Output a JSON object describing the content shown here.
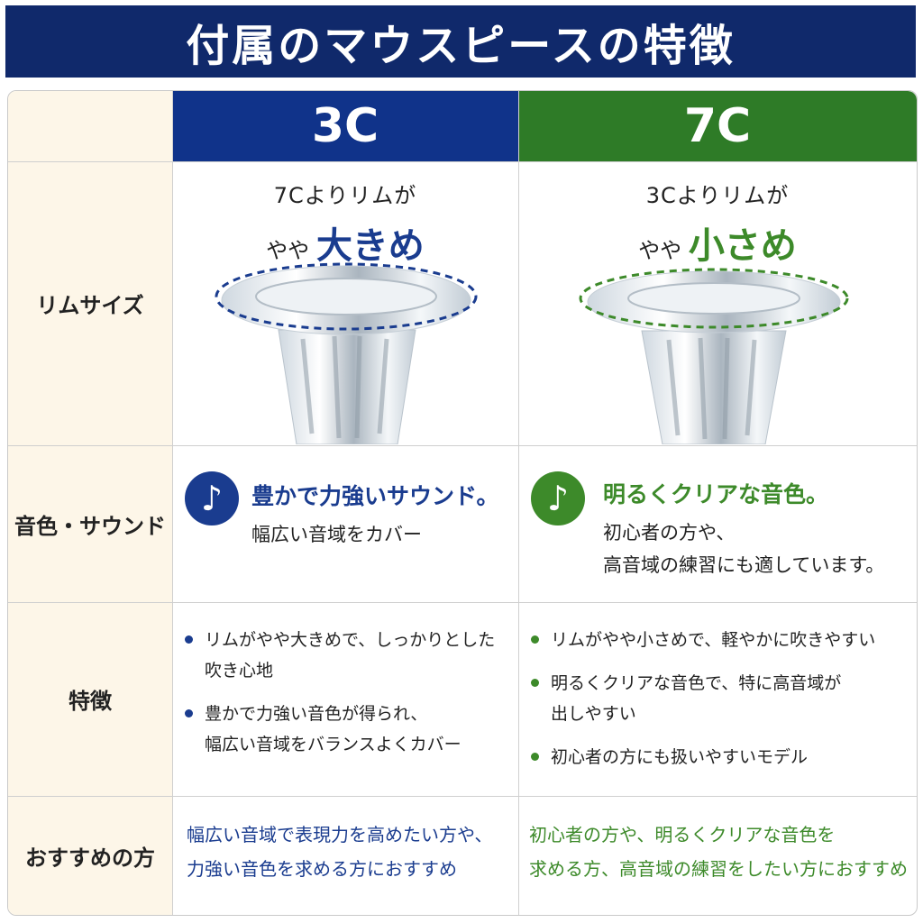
{
  "banner": {
    "title": "付属のマウスピースの特徴"
  },
  "columns": {
    "c3": "3C",
    "c7": "7C"
  },
  "rows": {
    "rim": "リムサイズ",
    "sound": "音色・サウンド",
    "features": "特徴",
    "recommend": "おすすめの方"
  },
  "rim": {
    "c3": {
      "line1": "7Cよりリムが",
      "prefix": "やや",
      "emph": "大きめ"
    },
    "c7": {
      "line1": "3Cよりリムが",
      "prefix": "やや",
      "emph": "小さめ"
    }
  },
  "sound": {
    "c3": {
      "heading": "豊かで力強いサウンド。",
      "lines": [
        "幅広い音域をカバー"
      ]
    },
    "c7": {
      "heading": "明るくクリアな音色。",
      "lines": [
        "初心者の方や、",
        "高音域の練習にも適しています。"
      ]
    }
  },
  "features": {
    "c3": [
      {
        "l1": "リムがやや大きめで、しっかりとした",
        "l2": "吹き心地"
      },
      {
        "l1": "豊かで力強い音色が得られ、",
        "l2": "幅広い音域をバランスよくカバー"
      }
    ],
    "c7": [
      {
        "l1": "リムがやや小さめで、軽やかに吹きやすい",
        "l2": ""
      },
      {
        "l1": "明るくクリアな音色で、特に高音域が",
        "l2": "出しやすい"
      },
      {
        "l1": "初心者の方にも扱いやすいモデル",
        "l2": ""
      }
    ]
  },
  "recommend": {
    "c3": [
      "幅広い音域で表現力を高めたい方や、",
      "力強い音色を求める方におすすめ"
    ],
    "c7": [
      "初心者の方や、明るくクリアな音色を",
      "求める方、高音域の練習をしたい方におすすめ"
    ]
  },
  "icons": {
    "note": "music-note-icon"
  },
  "colors": {
    "banner": "#10296b",
    "c3": "#10338a",
    "c7": "#2e7b27",
    "label_bg": "#fdf6e8"
  }
}
